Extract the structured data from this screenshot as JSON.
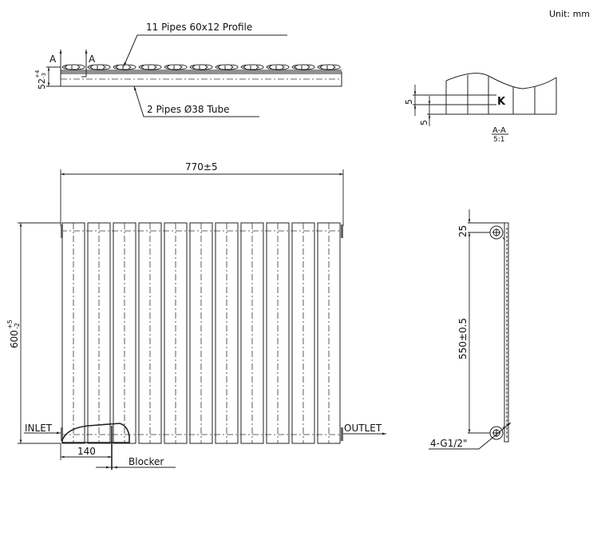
{
  "unit_label": "Unit: mm",
  "top_view": {
    "profile_label": "11 Pipes 60x12 Profile",
    "tube_label": "2 Pipes Ø38 Tube",
    "section_marker": "A",
    "depth_dim": "52",
    "depth_tol_upper": "+4",
    "depth_tol_lower": "-3",
    "pipe_count": 11
  },
  "section_view": {
    "title": "A-A",
    "scale": "5:1",
    "dim_a": "5",
    "dim_b": "5",
    "point_label": "K"
  },
  "front_view": {
    "width_dim": "770±5",
    "height_dim": "600",
    "height_tol_upper": "+5",
    "height_tol_lower": "-2",
    "inlet_label": "INLET",
    "outlet_label": "OUTLET",
    "offset_dim": "140",
    "blocker_label": "Blocker",
    "pipe_count": 11
  },
  "side_view": {
    "top_offset_dim": "25",
    "center_dim": "550±0.5",
    "connection_label": "4-G1/2\""
  }
}
